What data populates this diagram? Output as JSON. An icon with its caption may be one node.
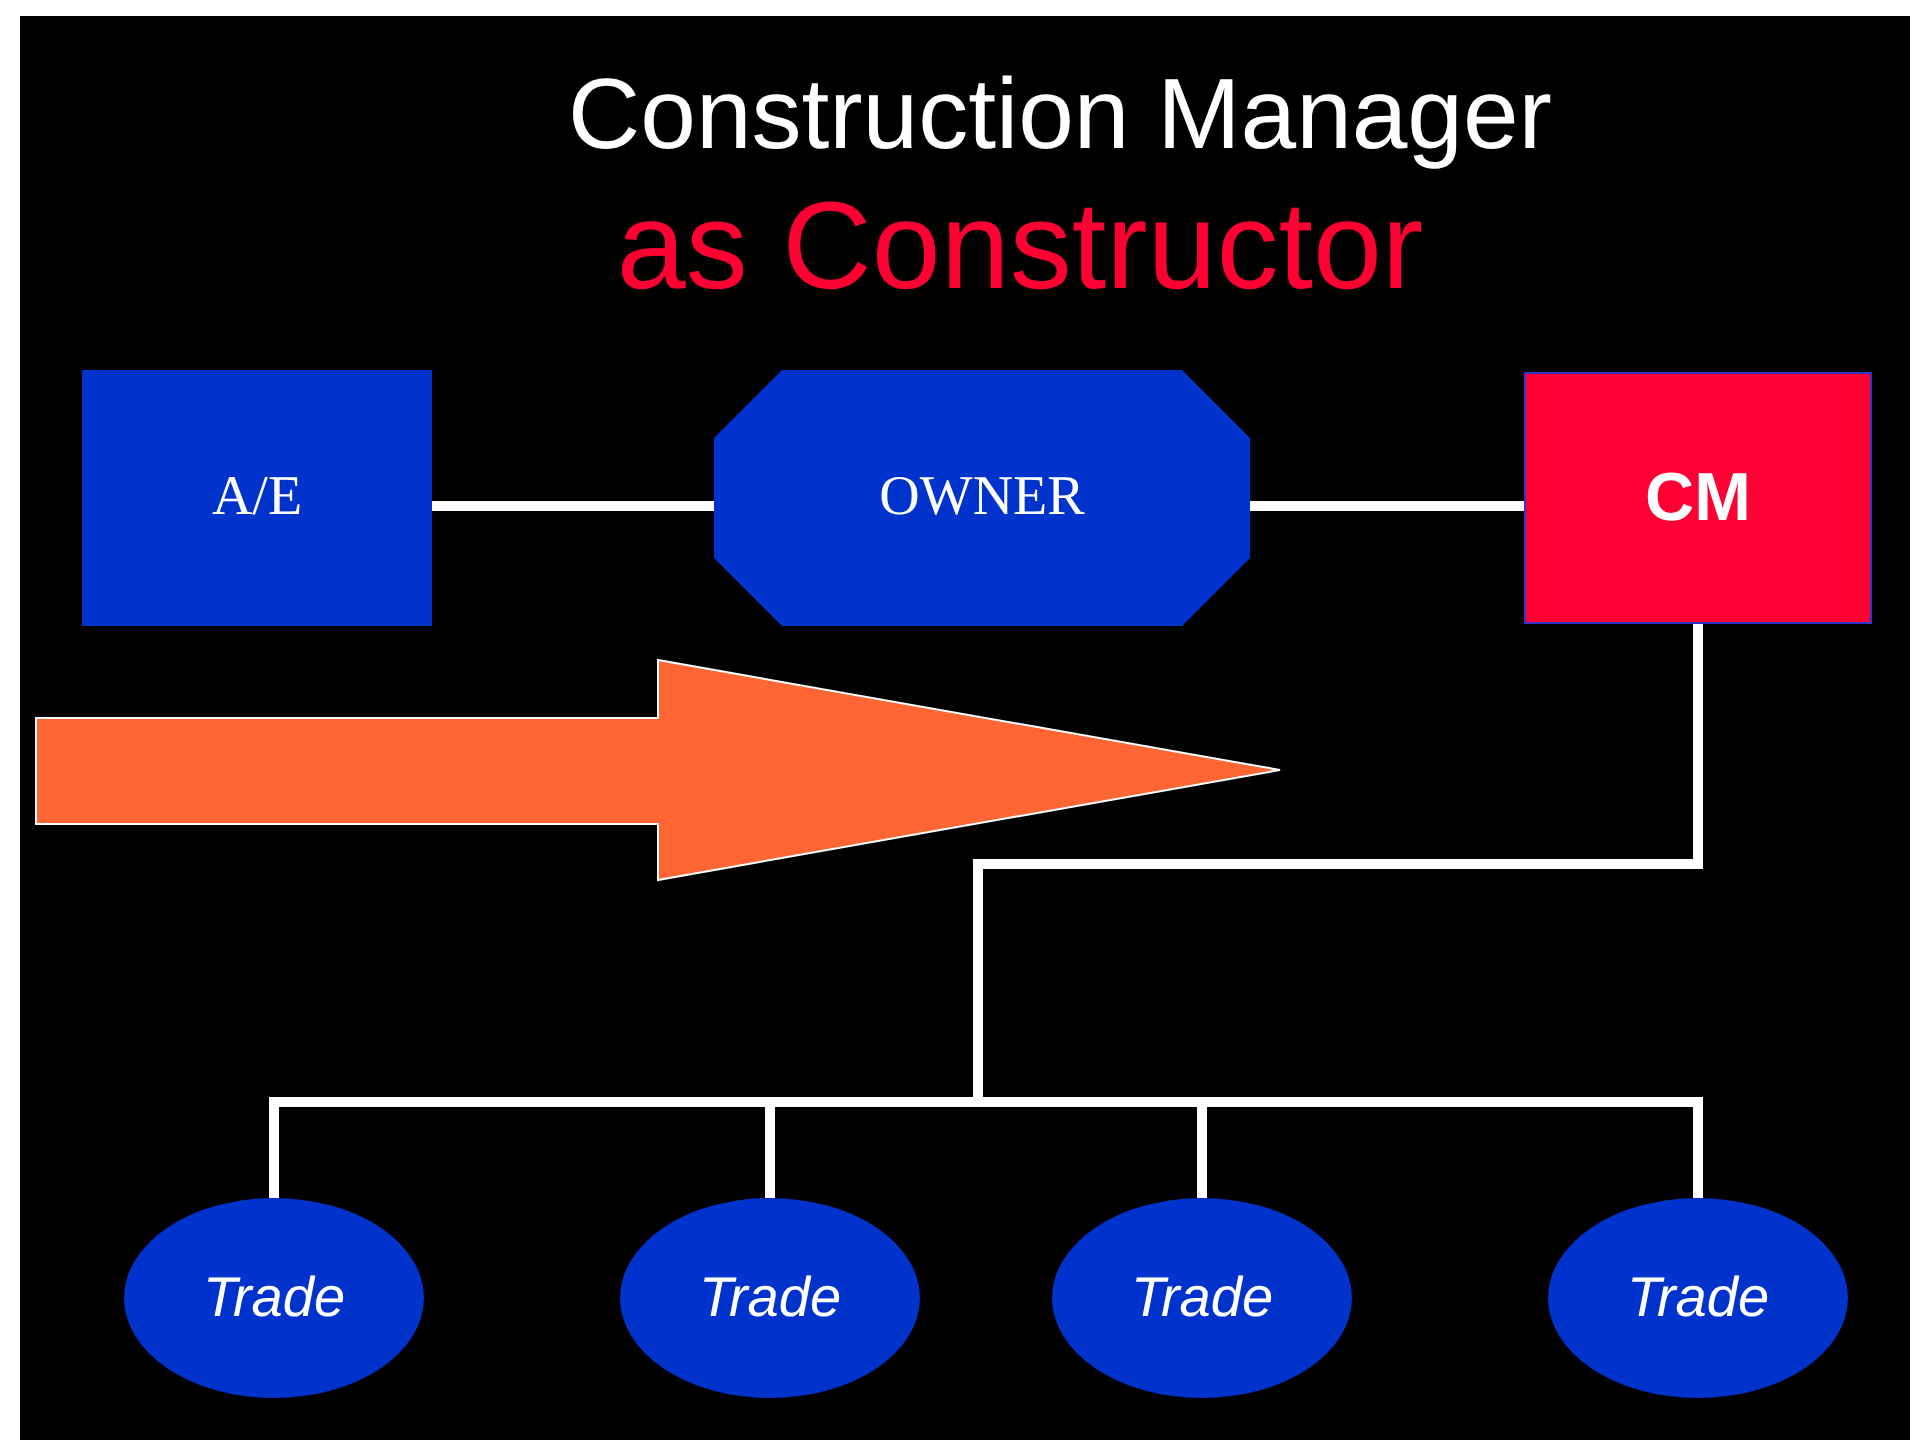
{
  "diagram": {
    "title": "Construction Manager",
    "nodes": [
      {
        "text": [
          "A/E"
        ]
      },
      {
        "text": [
          "OWNER"
        ]
      },
      {
        "text": [
          "CM"
        ]
      },
      {
        "text": [
          "Trade"
        ]
      },
      {
        "text": [
          "Trade"
        ]
      },
      {
        "text": [
          "Trade"
        ]
      },
      {
        "text": [
          "Trade"
        ]
      }
    ],
    "edges": [
      {
        "from": 0,
        "to": 1,
        "arrow": "none"
      },
      {
        "from": 1,
        "to": 2,
        "arrow": "none"
      },
      {
        "from": 2,
        "to": 3,
        "arrow": "none"
      },
      {
        "from": 2,
        "to": 4,
        "arrow": "none"
      },
      {
        "from": 2,
        "to": 5,
        "arrow": "none"
      },
      {
        "from": 2,
        "to": 6,
        "arrow": "none"
      }
    ],
    "labels": [
      "as Constructor"
    ]
  }
}
